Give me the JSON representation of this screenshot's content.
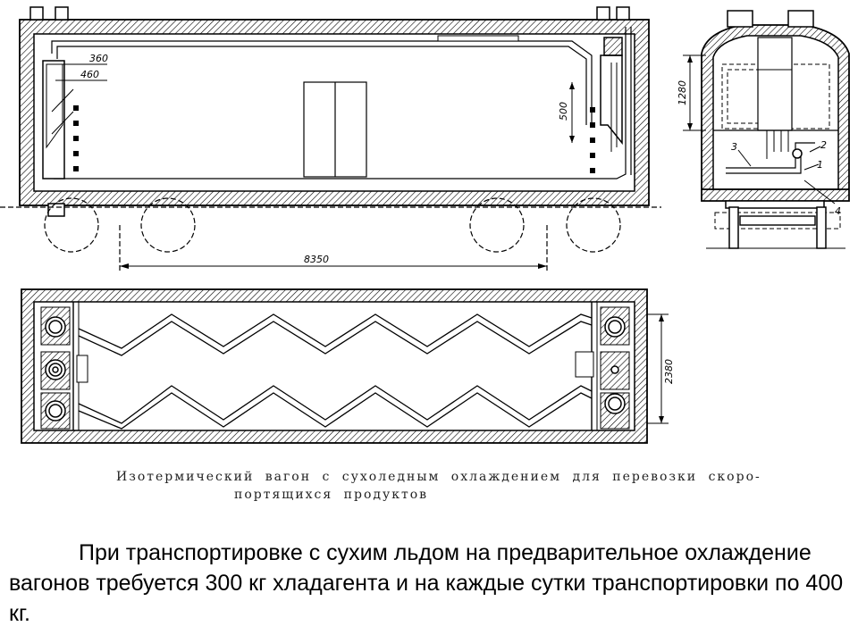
{
  "drawing": {
    "dimensions": {
      "d360": "360",
      "d460": "460",
      "d500": "500",
      "d8350": "8350",
      "d1280": "1280",
      "d2380": "2380"
    },
    "callouts": {
      "n1": "1",
      "n2": "2",
      "n3": "3",
      "n4": "4"
    }
  },
  "caption": {
    "line1": "Изотермический вагон с сухоледным охлаждением для перевозки скоро-",
    "line2": "портящихся продуктов"
  },
  "body": {
    "text": "При транспортировке с сухим льдом на предварительное охлаждение вагонов требуется 300 кг хладагента и на каждые сутки транспортировки по 400 кг."
  }
}
